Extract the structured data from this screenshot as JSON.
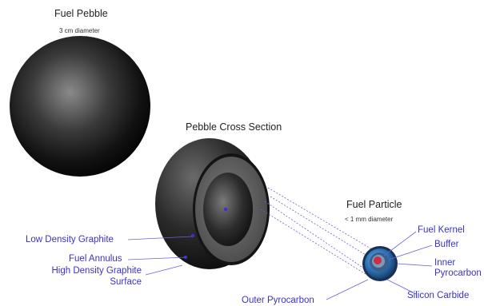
{
  "colors": {
    "label": "#3a32c8",
    "title": "#222222",
    "kernel": "#c8304a",
    "silicon_carbide": "#2e7fb8"
  },
  "pebble": {
    "title": "Fuel Pebble",
    "size": "3 cm diameter"
  },
  "cross_section": {
    "title": "Pebble Cross Section",
    "labels": [
      "Low Density Graphite",
      "Fuel Annulus",
      "High Density Graphite",
      "Surface"
    ]
  },
  "particle": {
    "title": "Fuel Particle",
    "size": "< 1 mm diameter",
    "labels": [
      "Fuel Kernel",
      "Buffer",
      "Inner",
      "Pyrocarbon",
      "Silicon Carbide",
      "Outer Pyrocarbon"
    ]
  }
}
